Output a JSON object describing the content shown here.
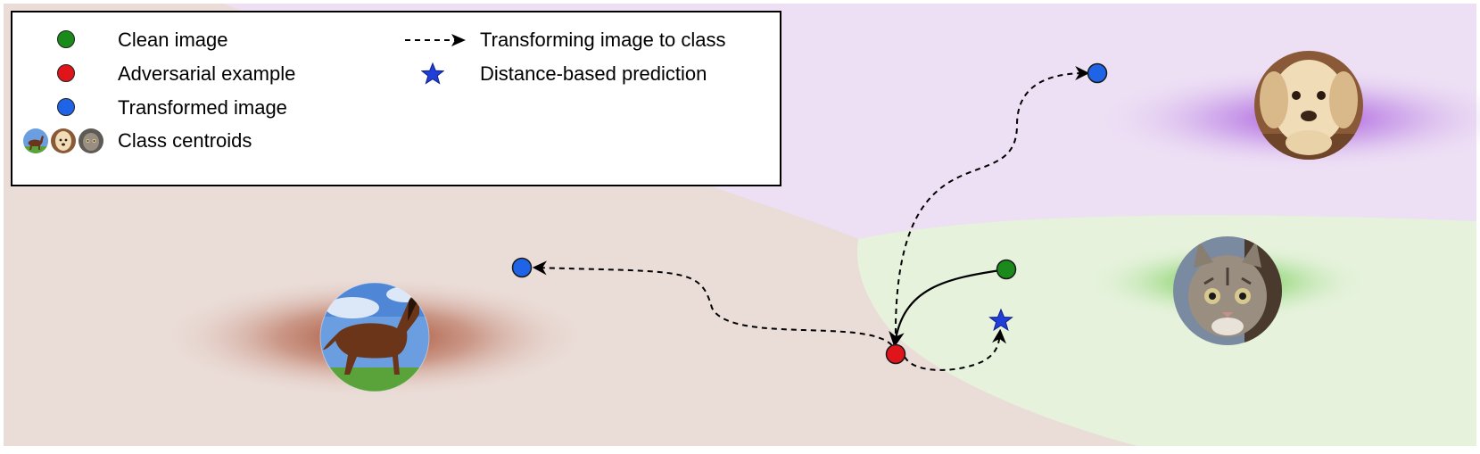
{
  "legend": {
    "clean_image": "Clean image",
    "adversarial_example": "Adversarial example",
    "transformed_image": "Transformed image",
    "class_centroids": "Class centroids",
    "transforming": "Transforming image to class",
    "distance_prediction": "Distance-based prediction"
  },
  "colors": {
    "clean": "#1a8a1a",
    "adversarial": "#e0141b",
    "transformed": "#1f63e6",
    "star": "#1f3fd6",
    "region_horse": "#eadcd7",
    "region_dog": "#eddff4",
    "region_cat": "#e6f2dc",
    "centroid_horse": "#a2462c",
    "centroid_dog": "#a64fdc",
    "centroid_cat": "#5fc33a"
  },
  "centroids": [
    "horse-centroid",
    "dog-centroid",
    "cat-centroid"
  ]
}
